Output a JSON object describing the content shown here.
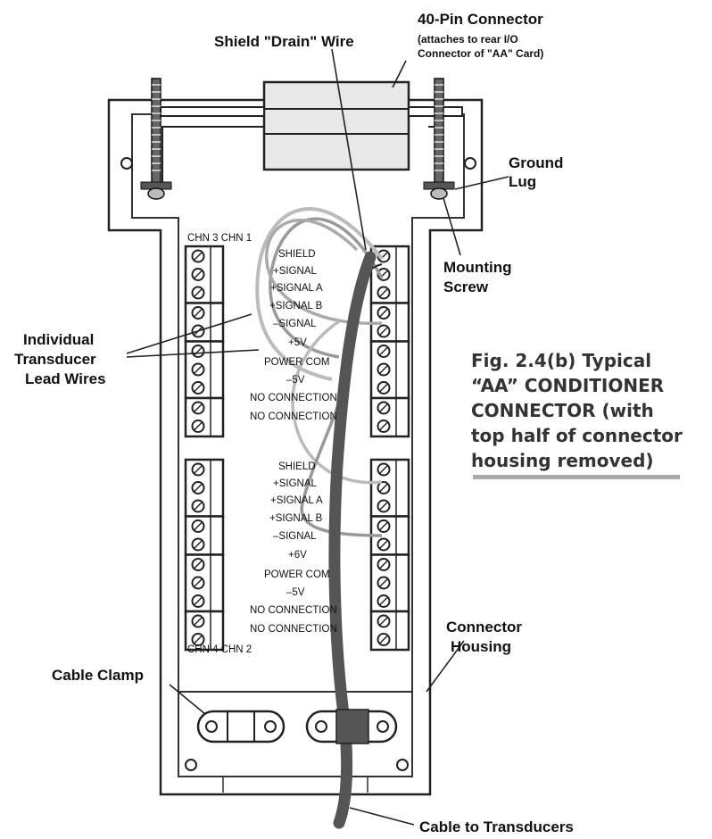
{
  "labels": {
    "connector_title": "40-Pin Connector",
    "connector_note1": "(attaches to rear I/O",
    "connector_note2": "Connector of \"AA\" Card)",
    "shield_drain": "Shield \"Drain\" Wire",
    "ground1": "Ground",
    "ground2": "Lug",
    "mounting1": "Mounting",
    "mounting2": "Screw",
    "indiv1": "Individual",
    "indiv2": "Transducer",
    "indiv3": "Lead Wires",
    "housing1": "Connector",
    "housing2": "Housing",
    "clamp": "Cable Clamp",
    "cable": "Cable to Transducers"
  },
  "channels": {
    "top": "CHN 3 CHN 1",
    "bottom": "CHN 4 CHN 2"
  },
  "pins_upper": [
    "SHIELD",
    "+SIGNAL",
    "+SIGNAL A",
    "+SIGNAL B",
    "–SIGNAL",
    "+5V",
    "POWER COM",
    "–5V",
    "NO CONNECTION",
    "NO CONNECTION"
  ],
  "pins_lower": [
    "SHIELD",
    "+SIGNAL",
    "+SIGNAL A",
    "+SIGNAL B",
    "–SIGNAL",
    "+6V",
    "POWER COM",
    "–5V",
    "NO CONNECTION",
    "NO CONNECTION"
  ],
  "caption": {
    "line1": "Fig. 2.4(b)  Typical",
    "line2": "“AA” CONDITIONER",
    "line3": "CONNECTOR (with",
    "line4": "top half of connector",
    "line5": "housing removed)"
  }
}
